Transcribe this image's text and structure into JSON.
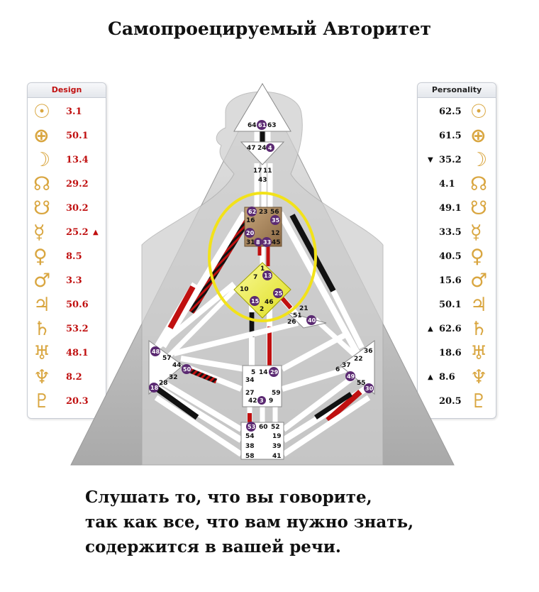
{
  "title": "Самопроецируемый Авторитет",
  "design": {
    "header": "Design",
    "rows": [
      {
        "icon": "sun-icon",
        "glyph": "☉",
        "value": "3.1",
        "mark": ""
      },
      {
        "icon": "earth-icon",
        "glyph": "⊕",
        "value": "50.1",
        "mark": ""
      },
      {
        "icon": "moon-icon",
        "glyph": "☽",
        "value": "13.4",
        "mark": ""
      },
      {
        "icon": "north-node-icon",
        "glyph": "☊",
        "value": "29.2",
        "mark": ""
      },
      {
        "icon": "south-node-icon",
        "glyph": "☋",
        "value": "30.2",
        "mark": ""
      },
      {
        "icon": "mercury-icon",
        "glyph": "☿",
        "value": "25.2",
        "mark": "▲"
      },
      {
        "icon": "venus-icon",
        "glyph": "♀",
        "value": "8.5",
        "mark": ""
      },
      {
        "icon": "mars-icon",
        "glyph": "♂",
        "value": "3.3",
        "mark": ""
      },
      {
        "icon": "jupiter-icon",
        "glyph": "♃",
        "value": "50.6",
        "mark": ""
      },
      {
        "icon": "saturn-icon",
        "glyph": "♄",
        "value": "53.2",
        "mark": ""
      },
      {
        "icon": "uranus-icon",
        "glyph": "♅",
        "value": "48.1",
        "mark": ""
      },
      {
        "icon": "neptune-icon",
        "glyph": "♆",
        "value": "8.2",
        "mark": ""
      },
      {
        "icon": "pluto-icon",
        "glyph": "♇",
        "value": "20.3",
        "mark": ""
      }
    ]
  },
  "personality": {
    "header": "Personality",
    "rows": [
      {
        "icon": "sun-icon",
        "glyph": "☉",
        "value": "62.5",
        "mark": ""
      },
      {
        "icon": "earth-icon",
        "glyph": "⊕",
        "value": "61.5",
        "mark": ""
      },
      {
        "icon": "moon-icon",
        "glyph": "☽",
        "value": "35.2",
        "mark": "▼"
      },
      {
        "icon": "north-node-icon",
        "glyph": "☊",
        "value": "4.1",
        "mark": ""
      },
      {
        "icon": "south-node-icon",
        "glyph": "☋",
        "value": "49.1",
        "mark": ""
      },
      {
        "icon": "mercury-icon",
        "glyph": "☿",
        "value": "33.5",
        "mark": ""
      },
      {
        "icon": "venus-icon",
        "glyph": "♀",
        "value": "40.5",
        "mark": ""
      },
      {
        "icon": "mars-icon",
        "glyph": "♂",
        "value": "15.6",
        "mark": ""
      },
      {
        "icon": "jupiter-icon",
        "glyph": "♃",
        "value": "50.1",
        "mark": ""
      },
      {
        "icon": "saturn-icon",
        "glyph": "♄",
        "value": "62.6",
        "mark": "▲"
      },
      {
        "icon": "uranus-icon",
        "glyph": "♅",
        "value": "18.6",
        "mark": ""
      },
      {
        "icon": "neptune-icon",
        "glyph": "♆",
        "value": "8.6",
        "mark": "▲"
      },
      {
        "icon": "pluto-icon",
        "glyph": "♇",
        "value": "20.5",
        "mark": ""
      }
    ]
  },
  "colors": {
    "design_red": "#c01010",
    "glyph_gold": "#d9a640",
    "g_center": "#f2f25a",
    "throat_center": "#a8875e",
    "highlight_ring": "#f2e21a",
    "gate_badge": "#5b2a72"
  },
  "bodygraph": {
    "gates": {
      "head": [
        "64",
        "61",
        "63"
      ],
      "ajna": [
        "47",
        "24",
        "4",
        "17",
        "11",
        "43"
      ],
      "throat": [
        "62",
        "23",
        "56",
        "16",
        "35",
        "20",
        "12",
        "31",
        "8",
        "33",
        "45"
      ],
      "g": [
        "1",
        "7",
        "13",
        "10",
        "25",
        "15",
        "46",
        "2"
      ],
      "heart": [
        "21",
        "51",
        "26",
        "40"
      ],
      "spleen": [
        "48",
        "57",
        "44",
        "50",
        "32",
        "28",
        "18"
      ],
      "solar_plexus": [
        "36",
        "22",
        "37",
        "6",
        "49",
        "55",
        "30"
      ],
      "sacral": [
        "5",
        "14",
        "29",
        "34",
        "27",
        "59",
        "42",
        "3",
        "9"
      ],
      "root": [
        "53",
        "60",
        "52",
        "54",
        "19",
        "38",
        "39",
        "58",
        "41"
      ]
    }
  },
  "caption": [
    "Слушать то, что вы говорите,",
    "так как все, что вам нужно знать,",
    "содержится в вашей речи."
  ]
}
